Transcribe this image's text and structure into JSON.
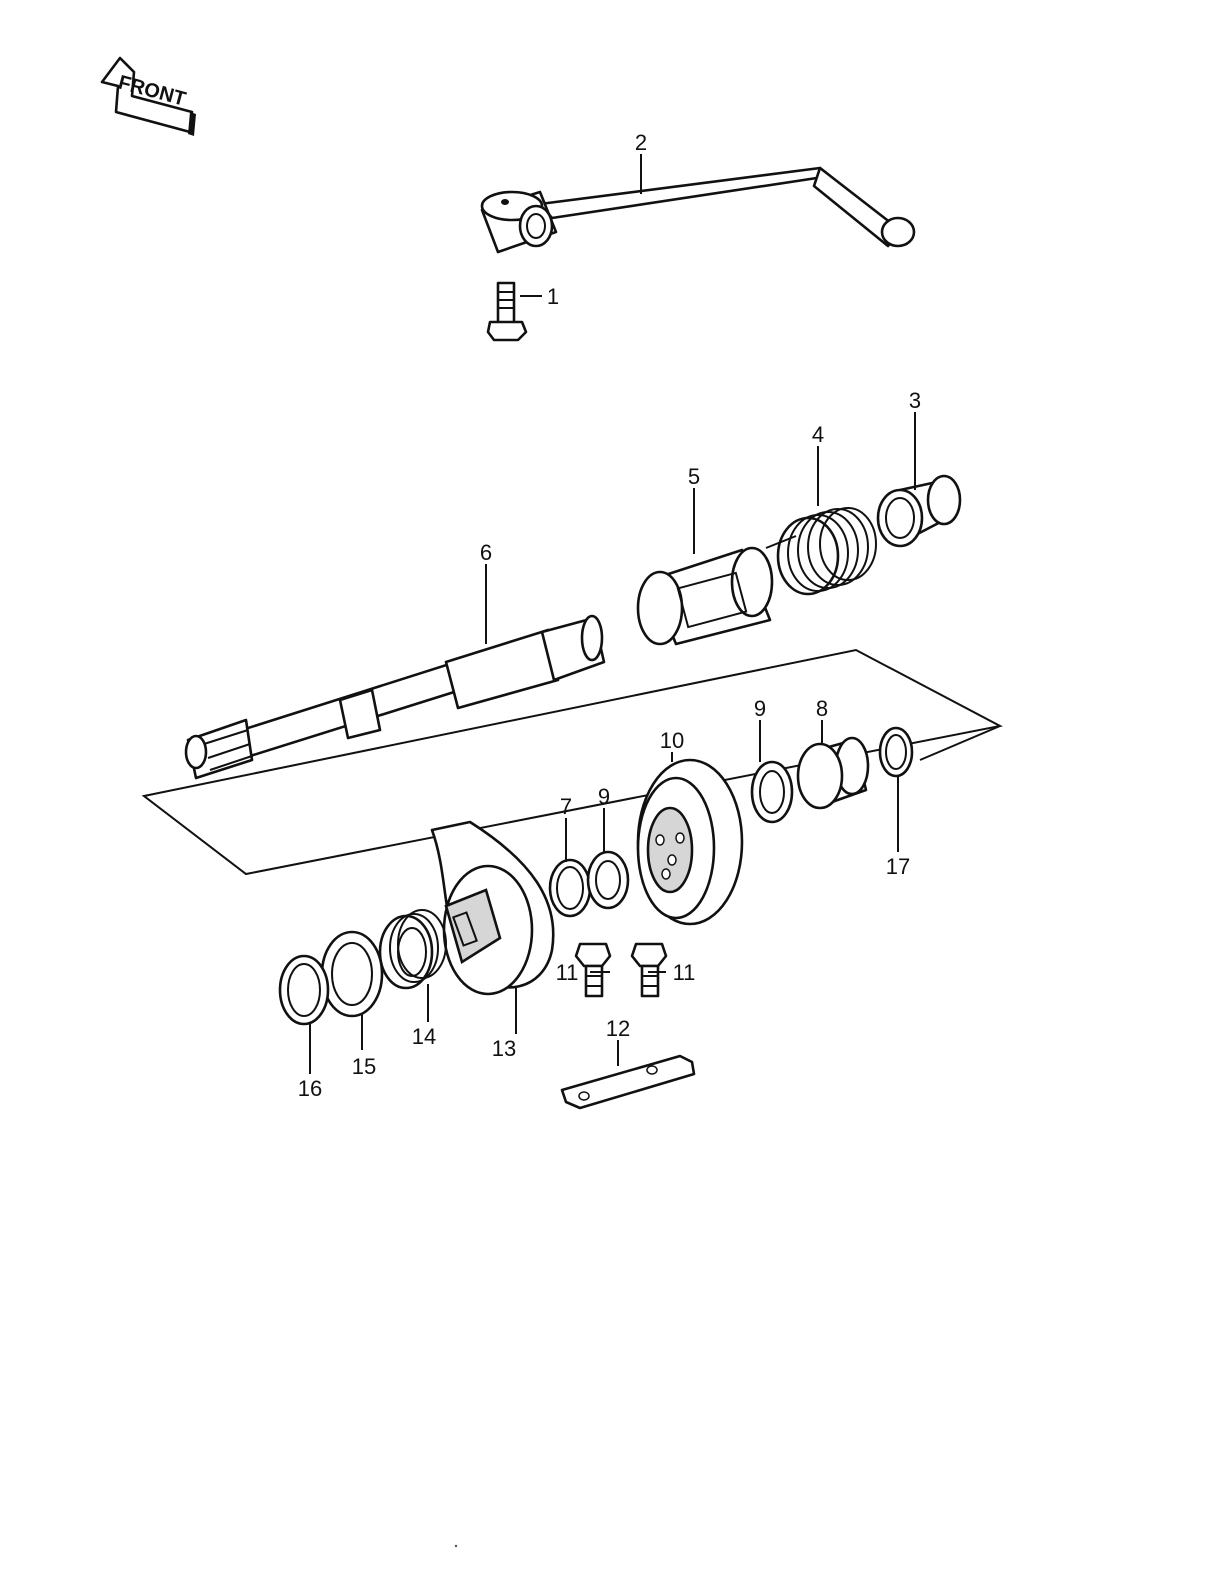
{
  "front_arrow": {
    "text": "FRONT"
  },
  "parts": [
    {
      "id": "1",
      "label": "1"
    },
    {
      "id": "2",
      "label": "2"
    },
    {
      "id": "3",
      "label": "3"
    },
    {
      "id": "4",
      "label": "4"
    },
    {
      "id": "5",
      "label": "5"
    },
    {
      "id": "6",
      "label": "6"
    },
    {
      "id": "7",
      "label": "7"
    },
    {
      "id": "8",
      "label": "8"
    },
    {
      "id": "9a",
      "label": "9"
    },
    {
      "id": "9b",
      "label": "9"
    },
    {
      "id": "10",
      "label": "10"
    },
    {
      "id": "11a",
      "label": "11"
    },
    {
      "id": "11b",
      "label": "11"
    },
    {
      "id": "12",
      "label": "12"
    },
    {
      "id": "13",
      "label": "13"
    },
    {
      "id": "14",
      "label": "14"
    },
    {
      "id": "15",
      "label": "15"
    },
    {
      "id": "16",
      "label": "16"
    },
    {
      "id": "17",
      "label": "17"
    }
  ]
}
